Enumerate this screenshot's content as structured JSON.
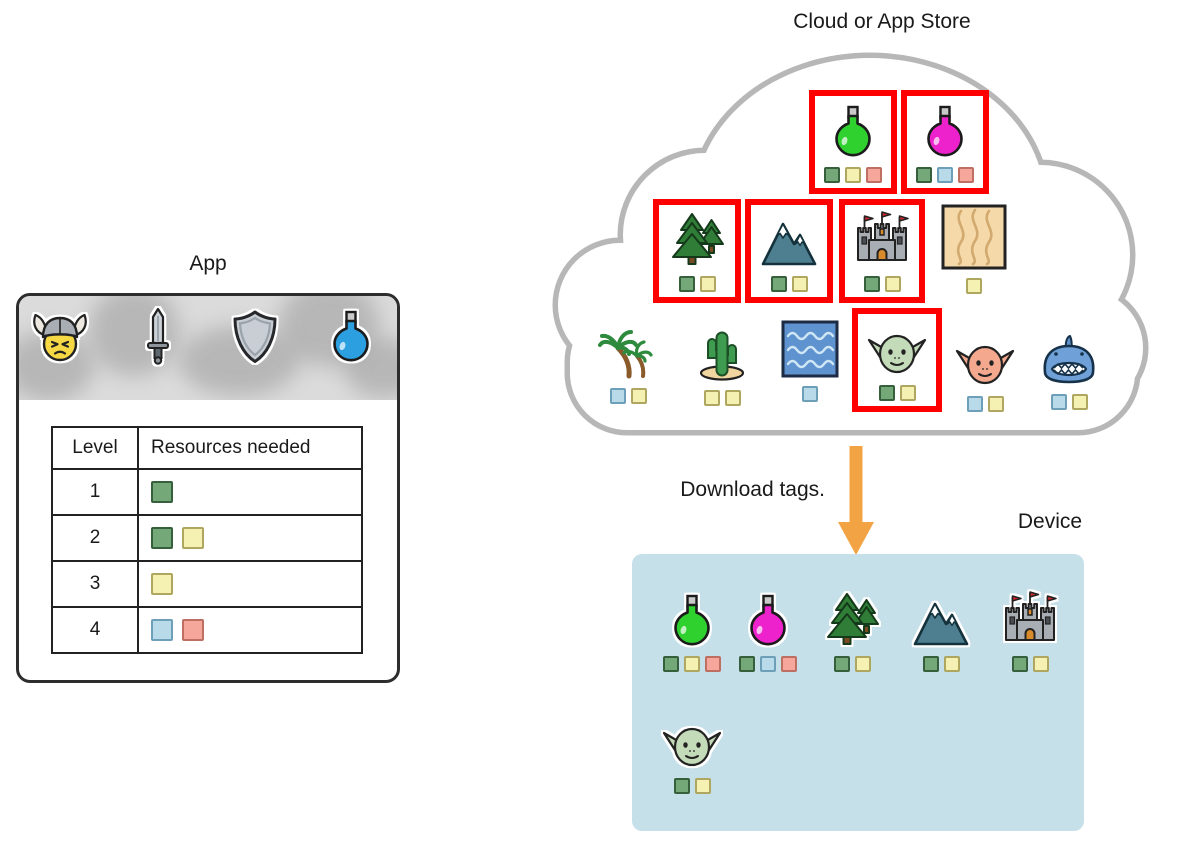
{
  "colors": {
    "tag": {
      "green": "#74A878",
      "yellow": "#F5F1B3",
      "blue": "#B9DBE9",
      "red": "#F5A79B"
    },
    "tag_border": {
      "green": "#35603B",
      "yellow": "#AFA75F",
      "blue": "#6E9FB8",
      "red": "#BE6F62"
    },
    "selection_red": "#FE0000",
    "arrow_orange": "#F2A444",
    "device_bg": "#C6E0EA",
    "cloud_border": "#B7B7B7",
    "potion_green": "#2FD12F",
    "potion_magenta": "#EE22CC",
    "potion_blue": "#2B9FE0",
    "goblin_green": "#C3DBB8",
    "goblin_pink": "#F4A98F"
  },
  "app": {
    "title": "App",
    "header_icons": [
      {
        "icon": "viking-helmet"
      },
      {
        "icon": "sword"
      },
      {
        "icon": "shield"
      },
      {
        "icon": "potion-blue"
      }
    ],
    "table": {
      "col_level": "Level",
      "col_resources": "Resources needed",
      "rows": [
        {
          "level": "1",
          "tags": [
            "green"
          ]
        },
        {
          "level": "2",
          "tags": [
            "green",
            "yellow"
          ]
        },
        {
          "level": "3",
          "tags": [
            "yellow"
          ]
        },
        {
          "level": "4",
          "tags": [
            "blue",
            "red"
          ]
        }
      ]
    }
  },
  "cloud": {
    "title": "Cloud or App Store",
    "items": [
      {
        "id": "potion-green",
        "icon": "potion-green",
        "tags": [
          "green",
          "yellow",
          "red"
        ],
        "selected": true
      },
      {
        "id": "potion-magenta",
        "icon": "potion-magenta",
        "tags": [
          "green",
          "blue",
          "red"
        ],
        "selected": true
      },
      {
        "id": "forest",
        "icon": "pine-trees",
        "tags": [
          "green",
          "yellow"
        ],
        "selected": true
      },
      {
        "id": "mountain",
        "icon": "mountain",
        "tags": [
          "green",
          "yellow"
        ],
        "selected": true
      },
      {
        "id": "castle",
        "icon": "castle",
        "tags": [
          "green",
          "yellow"
        ],
        "selected": true
      },
      {
        "id": "sand",
        "icon": "sand",
        "tags": [
          "yellow"
        ],
        "selected": false
      },
      {
        "id": "palm-trees",
        "icon": "palm-trees",
        "tags": [
          "blue",
          "yellow"
        ],
        "selected": false
      },
      {
        "id": "cactus",
        "icon": "cactus",
        "tags": [
          "yellow",
          "yellow"
        ],
        "selected": false
      },
      {
        "id": "water",
        "icon": "water",
        "tags": [
          "blue"
        ],
        "selected": false
      },
      {
        "id": "goblin-green",
        "icon": "goblin-green",
        "tags": [
          "green",
          "yellow"
        ],
        "selected": true
      },
      {
        "id": "goblin-pink",
        "icon": "goblin-pink",
        "tags": [
          "blue",
          "yellow"
        ],
        "selected": false
      },
      {
        "id": "shark",
        "icon": "shark",
        "tags": [
          "blue",
          "yellow"
        ],
        "selected": false
      }
    ]
  },
  "download": {
    "label": "Download tags."
  },
  "device": {
    "title": "Device",
    "items": [
      {
        "id": "potion-green",
        "icon": "potion-green",
        "tags": [
          "green",
          "yellow",
          "red"
        ]
      },
      {
        "id": "potion-magenta",
        "icon": "potion-magenta",
        "tags": [
          "green",
          "blue",
          "red"
        ]
      },
      {
        "id": "forest",
        "icon": "pine-trees",
        "tags": [
          "green",
          "yellow"
        ]
      },
      {
        "id": "mountain",
        "icon": "mountain",
        "tags": [
          "green",
          "yellow"
        ]
      },
      {
        "id": "castle",
        "icon": "castle",
        "tags": [
          "green",
          "yellow"
        ]
      },
      {
        "id": "goblin-green",
        "icon": "goblin-green",
        "tags": [
          "green",
          "yellow"
        ]
      }
    ]
  }
}
